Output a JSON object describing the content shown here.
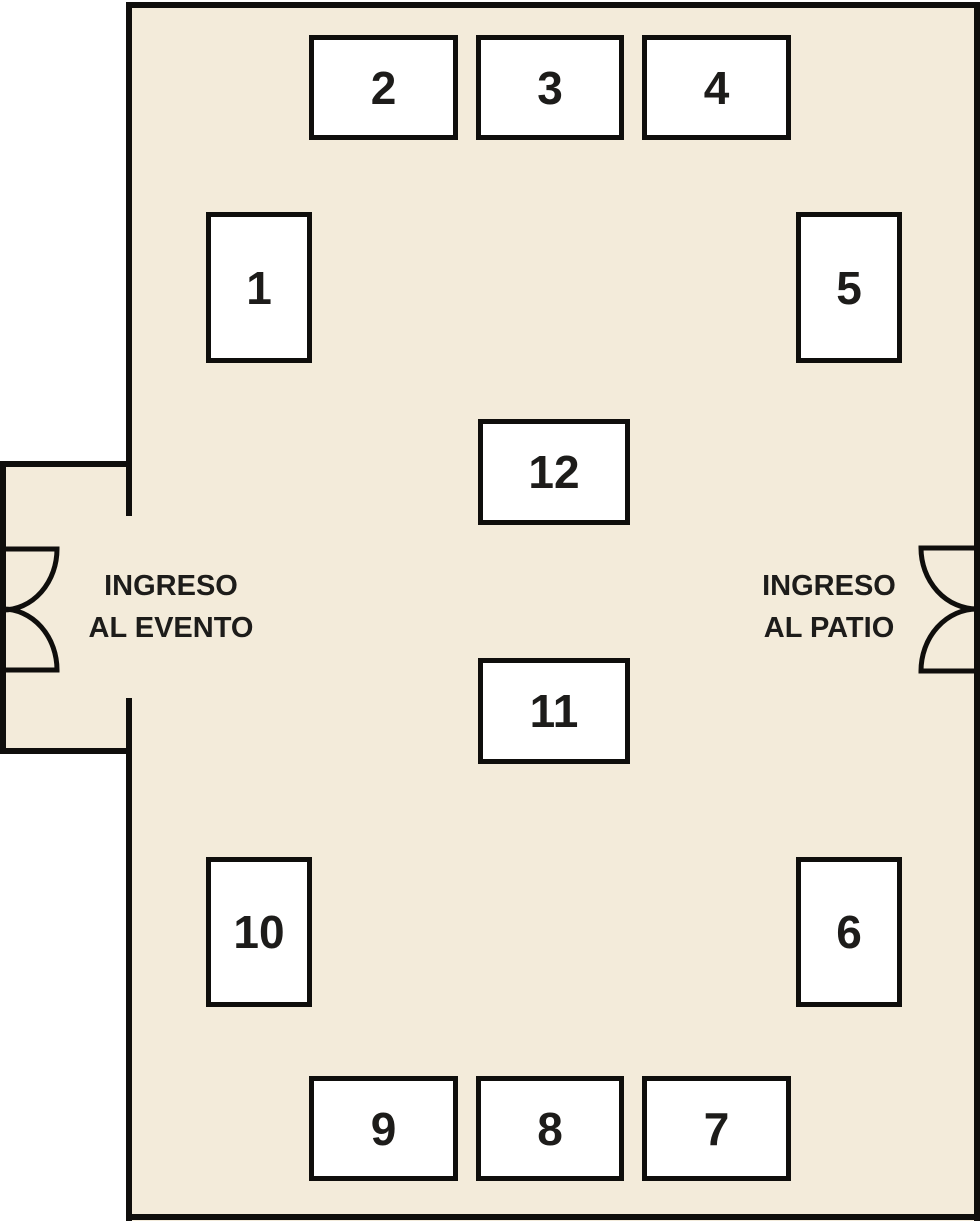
{
  "colors": {
    "floor": "#f3ebda",
    "wall": "#0f0e0c",
    "booth-fill": "#ffffff",
    "booth-border": "#0f0e0c",
    "label": "#1d1c1a",
    "outside": "#ffffff"
  },
  "booths": [
    {
      "label": "1"
    },
    {
      "label": "2"
    },
    {
      "label": "3"
    },
    {
      "label": "4"
    },
    {
      "label": "5"
    },
    {
      "label": "6"
    },
    {
      "label": "7"
    },
    {
      "label": "8"
    },
    {
      "label": "9"
    },
    {
      "label": "10"
    },
    {
      "label": "11"
    },
    {
      "label": "12"
    }
  ],
  "entrances": {
    "left": {
      "line1": "INGRESO",
      "line2": "AL EVENTO"
    },
    "right": {
      "line1": "INGRESO",
      "line2": "AL PATIO"
    }
  },
  "icons": {
    "left_door": "double-door-swing-icon",
    "right_door": "double-door-swing-icon"
  }
}
